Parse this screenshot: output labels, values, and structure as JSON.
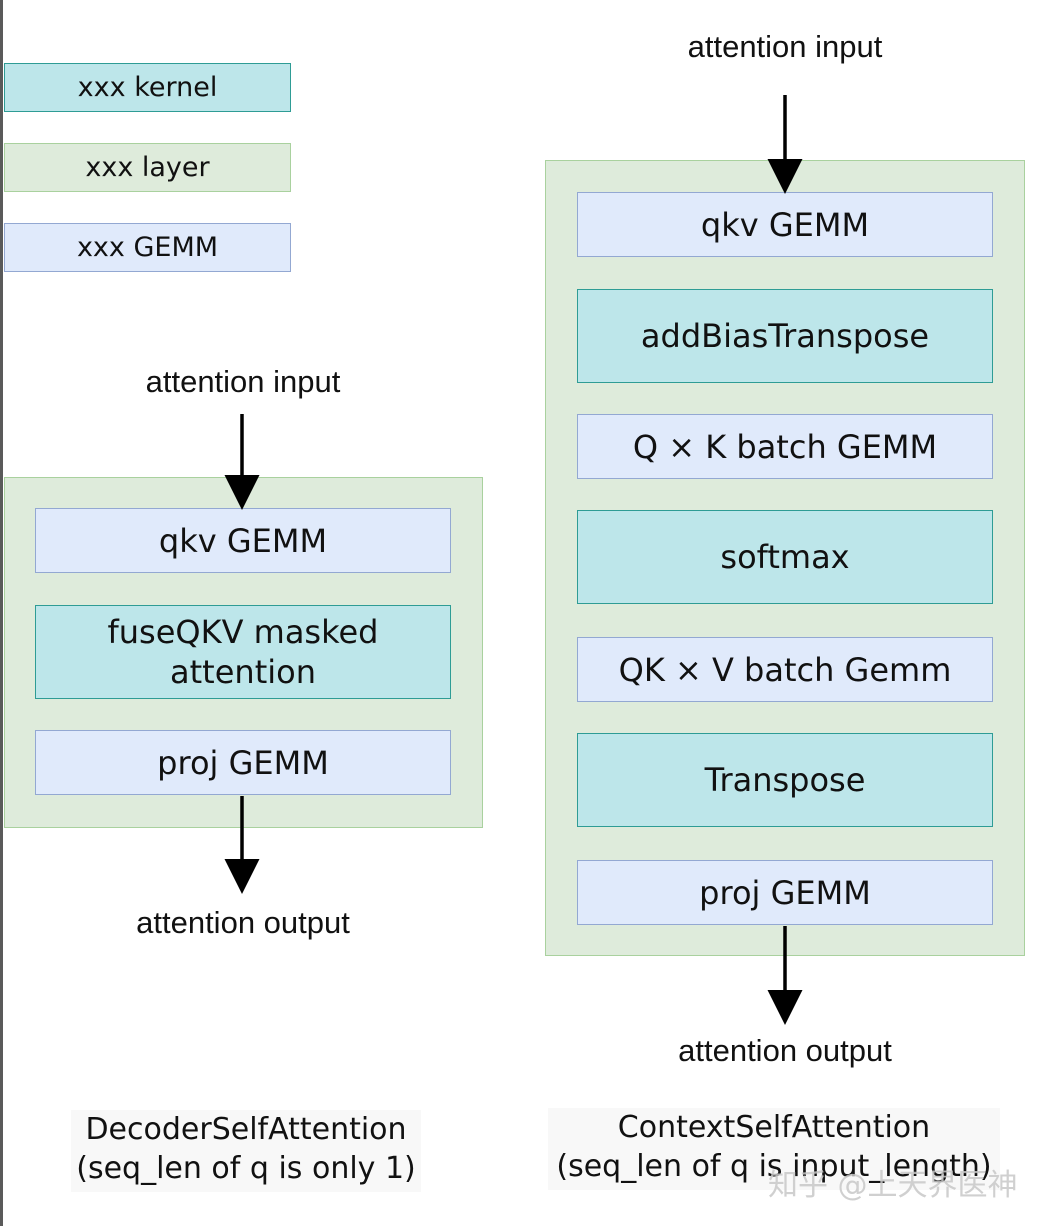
{
  "legend": {
    "kernel": "xxx kernel",
    "layer": "xxx layer",
    "gemm": "xxx GEMM"
  },
  "decoder": {
    "input_label": "attention input",
    "output_label": "attention output",
    "blocks": [
      "qkv GEMM",
      "fuseQKV masked attention",
      "proj GEMM"
    ],
    "caption_line1": "DecoderSelfAttention",
    "caption_line2": "(seq_len of q is only 1)"
  },
  "context": {
    "input_label": "attention input",
    "output_label": "attention output",
    "blocks": [
      "qkv GEMM",
      "addBiasTranspose",
      "Q × K batch GEMM",
      "softmax",
      "QK × V batch Gemm",
      "Transpose",
      "proj GEMM"
    ],
    "caption_line1": "ContextSelfAttention",
    "caption_line2": "(seq_len of q is input_length)"
  },
  "watermark": "知乎 @上天界医神",
  "colors": {
    "kernel_fill": "#bde6ea",
    "layer_fill": "#deebdb",
    "gemm_fill": "#e0eafb"
  }
}
